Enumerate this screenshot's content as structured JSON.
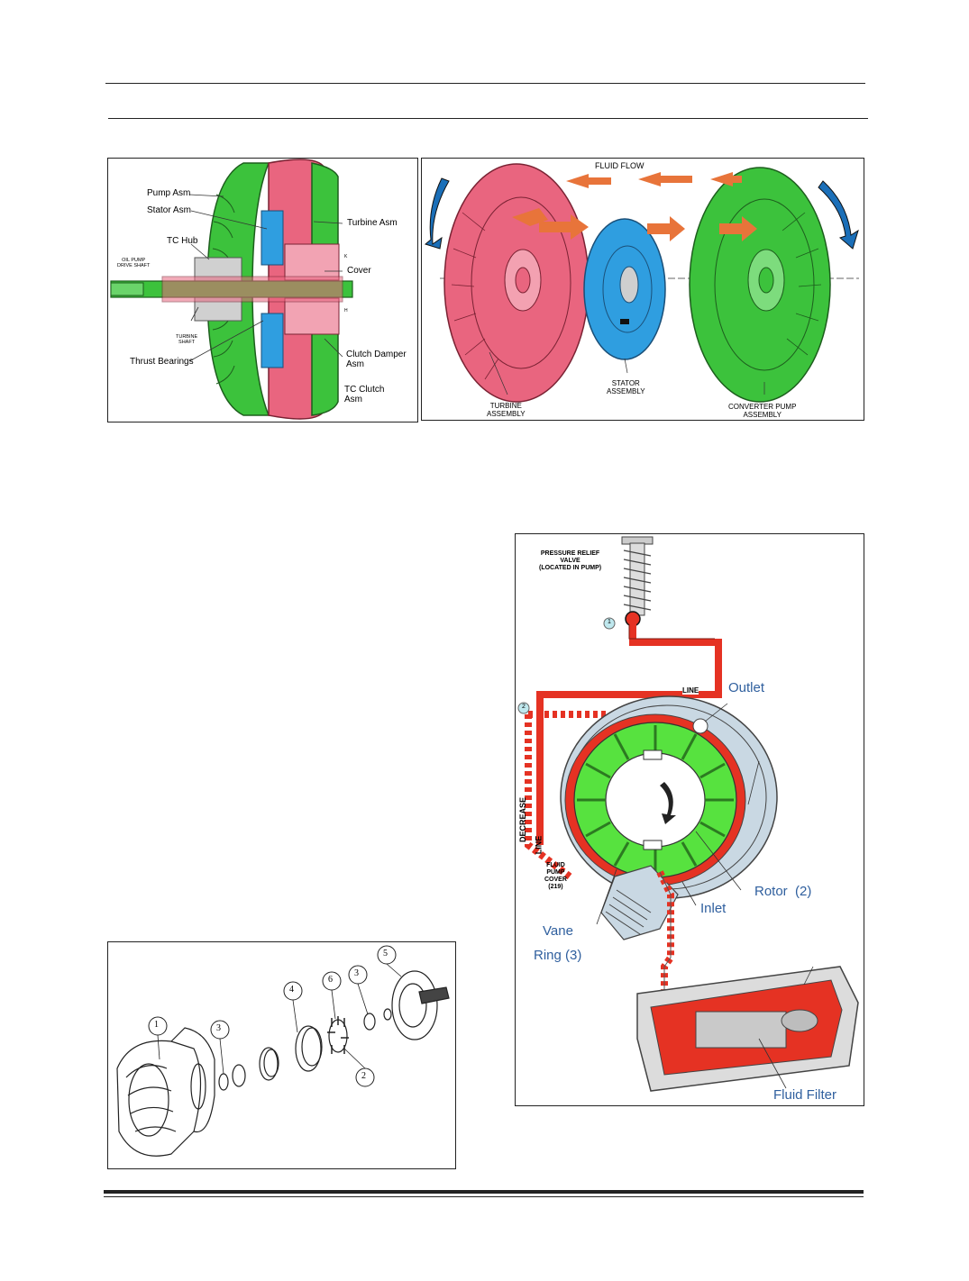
{
  "colors": {
    "pump_green": "#3cc23c",
    "turbine_pink": "#e9657f",
    "stator_blue": "#2f9ee0",
    "flow_orange": "#e8743a",
    "line_red": "#e53223",
    "vane_green": "#57e23f",
    "blue_label": "#2f5f9e"
  },
  "fig_cross_section": {
    "labels": {
      "pump": "Pump Asm",
      "stator": "Stator Asm",
      "tc_hub": "TC Hub",
      "oil_pump": "OIL PUMP\nDRIVE SHAFT",
      "turbine_shaft": "TURBINE\nSHAFT",
      "thrust": "Thrust Bearings",
      "turbine": "Turbine Asm",
      "cover": "Cover",
      "damper": "Clutch Damper Asm",
      "tc_clutch": "TC Clutch\nAsm",
      "k": "K",
      "h": "H"
    }
  },
  "fig_flow": {
    "labels": {
      "fluid_flow": "FLUID FLOW",
      "turbine": "TURBINE\nASSEMBLY",
      "stator": "STATOR\nASSEMBLY",
      "pump": "CONVERTER PUMP\nASSEMBLY"
    }
  },
  "fig_pump": {
    "labels": {
      "relief": "PRESSURE RELIEF\nVALVE\n(LOCATED IN PUMP)",
      "line_top": "LINE",
      "outlet": "Outlet",
      "decrease": "DECREASE",
      "line_side": "LINE",
      "cover": "FLUID\nPUMP\nCOVER\n(219)",
      "vane": "Vane",
      "ring": "Ring (3)",
      "inlet": "Inlet",
      "rotor": "Rotor  (2)",
      "filter": "Fluid Filter",
      "callout_1": "1",
      "callout_2": "2"
    }
  },
  "fig_exploded": {
    "callouts": [
      "1",
      "3",
      "4",
      "6",
      "3",
      "5",
      "2"
    ]
  }
}
